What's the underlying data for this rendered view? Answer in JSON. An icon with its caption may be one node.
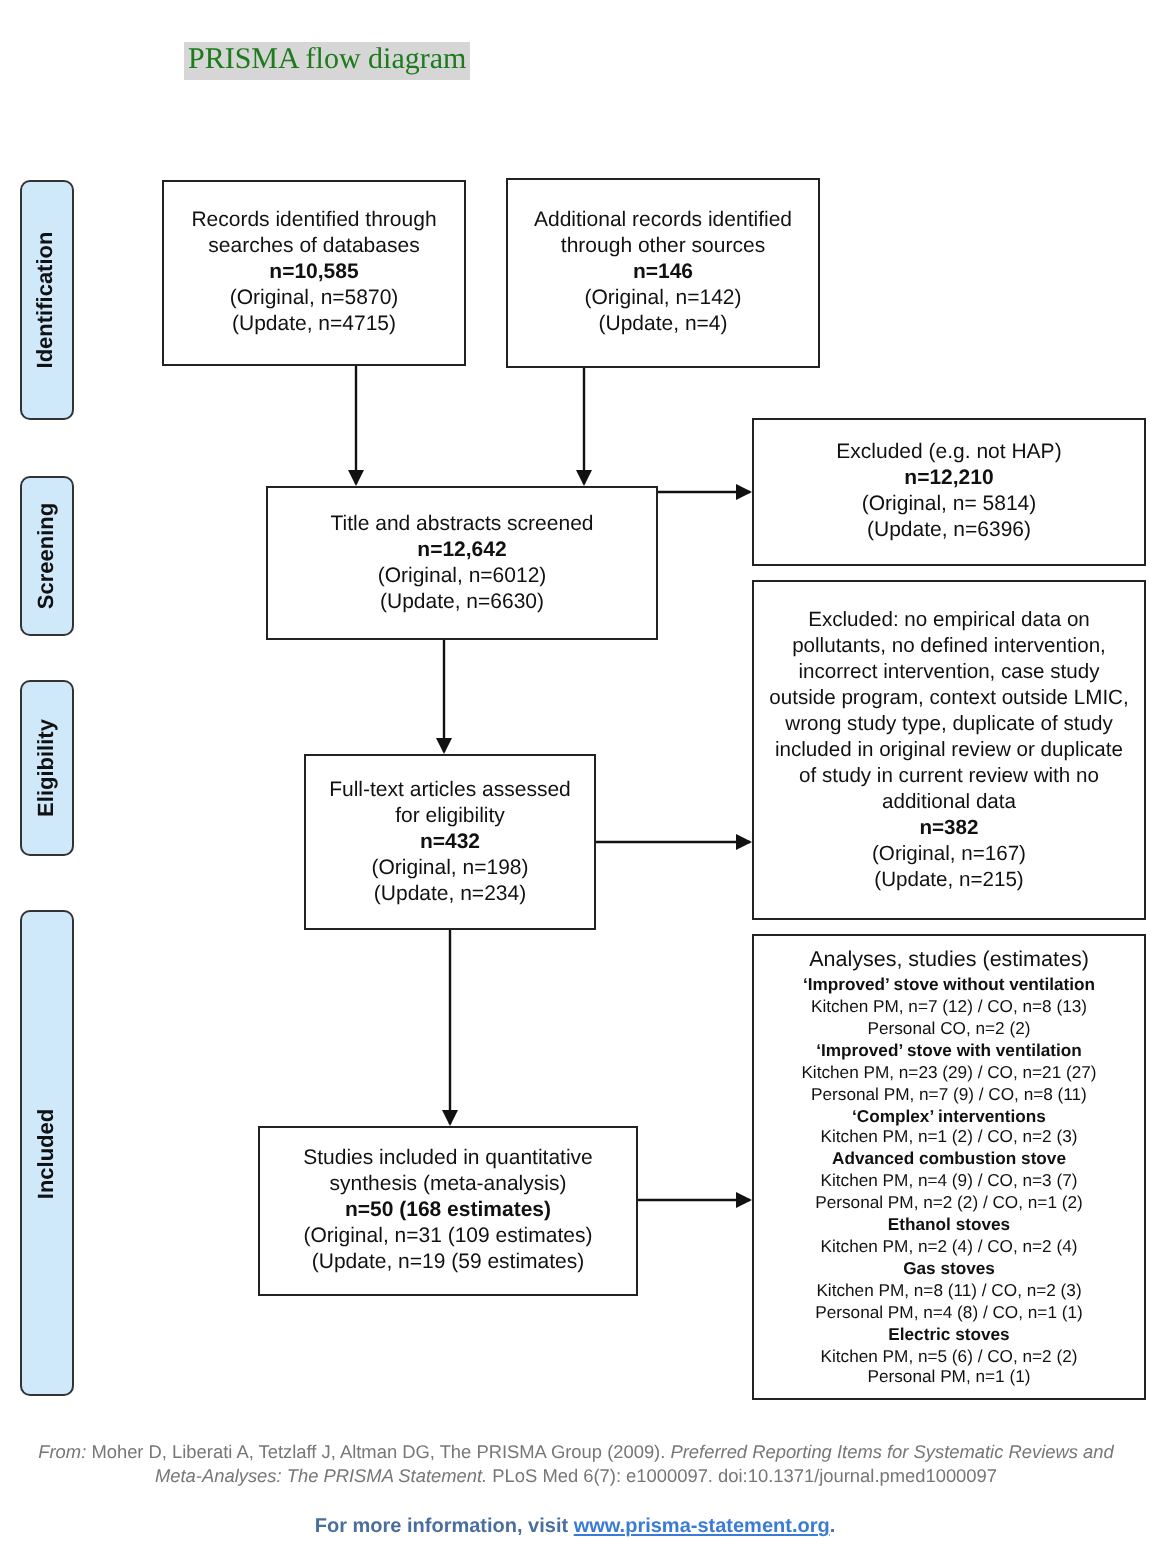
{
  "diagram": {
    "title": "PRISMA flow diagram",
    "nodes": [
      {
        "text": [
          "Identification"
        ]
      },
      {
        "text": [
          "Records identified through searches of databases",
          "n=10,585",
          "(Original, n=5870)",
          "(Update, n=4715)"
        ]
      },
      {
        "text": [
          "Additional records identified through other sources",
          "n=146",
          "(Original, n=142)",
          "(Update, n=4)"
        ]
      },
      {
        "text": [
          "Screening"
        ]
      },
      {
        "text": [
          "Title and abstracts screened",
          "n=12,642",
          "(Original, n=6012)",
          "(Update, n=6630)"
        ]
      },
      {
        "text": [
          "Excluded (e.g. not HAP)",
          "n=12,210",
          "(Original, n= 5814)",
          "(Update, n=6396)"
        ]
      },
      {
        "text": [
          "Eligibility"
        ]
      },
      {
        "text": [
          "Excluded: no empirical data on pollutants, no defined intervention, incorrect intervention, case study outside program, context outside LMIC, wrong study type, duplicate of study included in original review or duplicate of study in current review with no additional data",
          "n=382",
          "(Original, n=167)",
          "(Update, n=215)"
        ]
      },
      {
        "text": [
          "Full-text articles assessed for eligibility",
          "n=432",
          "(Original, n=198)",
          "(Update, n=234)"
        ]
      },
      {
        "text": [
          "Included"
        ]
      },
      {
        "text": [
          "Analyses, studies (estimates)",
          "‘Improved’ stove without ventilation",
          "Kitchen PM, n=7 (12) / CO, n=8 (13)",
          "Personal CO, n=2 (2)",
          "‘Improved’ stove with ventilation",
          "Kitchen PM, n=23 (29) / CO, n=21 (27)",
          "Personal PM, n=7 (9) / CO, n=8 (11)",
          "‘Complex’ interventions",
          "Kitchen PM, n=1 (2) / CO, n=2 (3)",
          "Advanced combustion stove",
          "Kitchen PM, n=4 (9) / CO, n=3 (7)",
          "Personal PM, n=2 (2) / CO, n=1 (2)",
          "Ethanol stoves",
          "Kitchen PM, n=2 (4) / CO, n=2 (4)",
          "Gas stoves",
          "Kitchen PM, n=8 (11) / CO, n=2 (3)",
          "Personal PM, n=4 (8) / CO, n=1 (1)",
          "Electric stoves",
          "Kitchen PM, n=5 (6) / CO, n=2 (2)",
          "Personal PM, n=1 (1)"
        ]
      },
      {
        "text": [
          "Studies included in quantitative synthesis (meta-analysis)",
          "n=50 (168 estimates)",
          "(Original, n=31 (109 estimates)",
          "(Update, n=19 (59 estimates)"
        ]
      }
    ],
    "edges": [
      {
        "from": 1,
        "to": 4,
        "arrow": "to"
      },
      {
        "from": 2,
        "to": 4,
        "arrow": "to"
      },
      {
        "from": 4,
        "to": 5,
        "arrow": "to"
      },
      {
        "from": 4,
        "to": 8,
        "arrow": "to"
      },
      {
        "from": 8,
        "to": 7,
        "arrow": "to"
      },
      {
        "from": 8,
        "to": 11,
        "arrow": "to"
      },
      {
        "from": 11,
        "to": 10,
        "arrow": "to"
      }
    ],
    "labels": [
      "*From:*  Moher D, Liberati A, Tetzlaff J, Altman DG, The PRISMA Group (2009). *Preferred Reporting Items for Systematic Reviews and Meta-Analyses: The PRISMA Statement.* PLoS Med 6(7): e1000097. doi:10.1371/journal.pmed1000097",
      "For more information, visit",
      "www.prisma-statement.org",
      "."
    ]
  }
}
